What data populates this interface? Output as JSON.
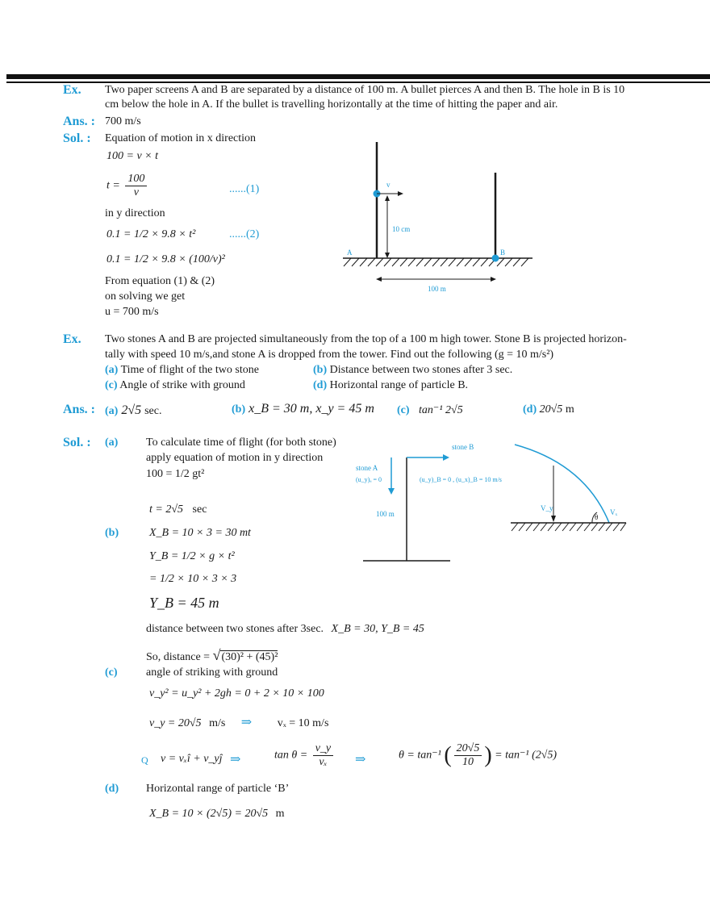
{
  "ex1": {
    "label": "Ex.",
    "question_line1": "Two paper screens A and B are separated by a distance of 100 m. A bullet pierces A and then B. The hole in B is 10",
    "question_line2": "cm below the hole in A. If the bullet is travelling horizontally at the time of hitting the paper and air.",
    "ans_label": "Ans. :",
    "answer": "700 m/s",
    "sol_label": "Sol. :",
    "sol_lines": {
      "l1": "Equation of motion in x direction",
      "l2": "100 = v × t",
      "l3_lhs": "t =",
      "l3_num": "100",
      "l3_den": "v",
      "eq1_tag": "......(1)",
      "l4": "in y direction",
      "l5": "0.1 = 1/2 × 9.8 × t²",
      "eq2_tag": "......(2)",
      "l6": "0.1 = 1/2 × 9.8 × (100/v)²",
      "l7": "From equation (1) & (2)",
      "l8": "on solving we get",
      "l9": "u = 700 m/s"
    },
    "diagram": {
      "v_label": "v",
      "height_label": "10 cm",
      "a_label": "A",
      "b_label": "B",
      "dist_label": "100 m"
    }
  },
  "ex2": {
    "label": "Ex.",
    "question_line1": "Two stones A and B are projected simultaneously from the top of a 100 m high tower. Stone B is projected horizon-",
    "question_line2": "tally with speed 10 m/s,and stone A is dropped from the tower. Find out the following (g = 10 m/s²)",
    "options": {
      "a_tag": "(a)",
      "a_text": "Time of flight of the two stone",
      "b_tag": "(b)",
      "b_text": "Distance between two stones after 3 sec.",
      "c_tag": "(c)",
      "c_text": "Angle of strike with ground",
      "d_tag": "(d)",
      "d_text": "Horizontal range of particle B."
    },
    "ans_label": "Ans. :",
    "answers": {
      "a_tag": "(a)",
      "a_text": "2√5",
      "a_unit": "sec.",
      "b_tag": "(b)",
      "b_text": "x_B = 30 m, x_y = 45 m",
      "c_tag": "(c)",
      "c_text": "tan⁻¹ 2√5",
      "d_tag": "(d)",
      "d_text": "20√5",
      "d_unit": "m"
    },
    "sol_label": "Sol. :",
    "part_a": {
      "tag": "(a)",
      "l1": "To calculate time of flight (for both stone)",
      "l2": "apply equation of motion in y direction",
      "l3": "100 = 1/2 gt²",
      "l4": "t = 2√5",
      "l4_unit": "sec"
    },
    "part_b": {
      "tag": "(b)",
      "l1": "X_B = 10 × 3 = 30 mt",
      "l2": "Y_B = 1/2 × g × t²",
      "l3": "= 1/2 × 10 × 3 × 3",
      "l4": "Y_B = 45 m",
      "l5": "distance between two stones after 3sec.",
      "l5_math": "X_B = 30, Y_B = 45",
      "l6": "So, distance =",
      "l6_math": "(30)² + (45)²"
    },
    "part_c": {
      "tag": "(c)",
      "l1": "angle of striking with ground",
      "l2": "v_y² = u_y² + 2gh = 0 + 2 × 10 × 100",
      "l3": "v_y = 20√5",
      "l3_unit": "m/s",
      "l3_arrow": "⇒",
      "l3_vx": "vₓ = 10 m/s",
      "l4_marker": "Q",
      "l4_vec": "v = vₓî + v_yĵ",
      "l4_arrow1": "⇒",
      "l4_tan": "tan θ =",
      "l4_num": "v_y",
      "l4_den": "vₓ",
      "l4_arrow2": "⇒",
      "l4_theta": "θ = tan⁻¹",
      "l4_fnum": "20√5",
      "l4_fden": "10",
      "l4_result": "= tan⁻¹ (2√5)"
    },
    "part_d": {
      "tag": "(d)",
      "l1": "Horizontal range of particle ‘B’",
      "l2": "X_B = 10 × (2√5) = 20√5",
      "l2_unit": "m"
    },
    "diagram": {
      "stone_b": "stone B",
      "stone_a": "stone A",
      "ua": "(u_y)ₐ = 0",
      "ub": "(u_y)_B = 0 , (u_x)_B = 10 m/s",
      "height": "100 m",
      "vy": "V_y",
      "vx": "Vₓ",
      "theta": "θ"
    }
  },
  "colors": {
    "accent": "#1f9bd4",
    "text": "#1a1a1a"
  }
}
